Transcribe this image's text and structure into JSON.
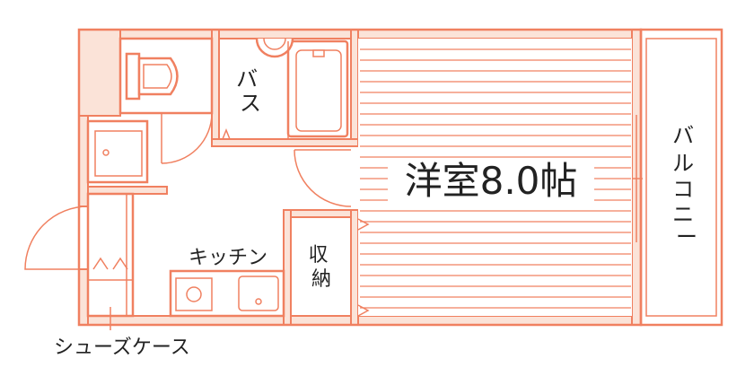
{
  "colors": {
    "line": "#f08060",
    "wall_fill": "#fbe3d8",
    "text": "#222222",
    "background": "#ffffff"
  },
  "rooms": {
    "main_room": "洋室8.0帖",
    "bath": "バス",
    "kitchen": "キッチン",
    "storage": "収納",
    "balcony": "バルコニー",
    "shoe_case": "シューズケース"
  }
}
